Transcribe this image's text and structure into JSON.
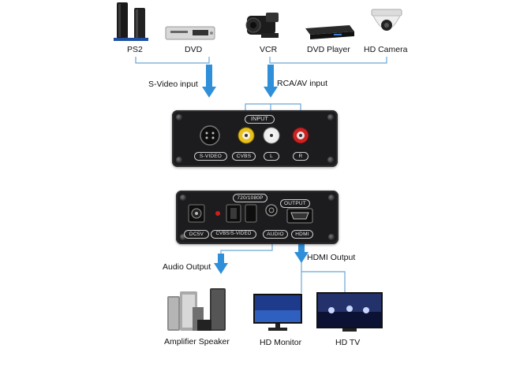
{
  "sources": {
    "ps2": "PS2",
    "dvd": "DVD",
    "vcr": "VCR",
    "dvd_player": "DVD Player",
    "hd_camera": "HD Camera"
  },
  "arrows": {
    "svideo_input": "S-Video input",
    "rca_av_input": "RCA/AV input",
    "audio_output": "Audio Output",
    "hdmi_output": "HDMI Output"
  },
  "front_panel": {
    "input_label": "INPUT",
    "svideo": "S-VIDEO",
    "cvbs": "CVBS",
    "l": "L",
    "r": "R"
  },
  "back_panel": {
    "resolution": "720/1080P",
    "output_label": "OUTPUT",
    "dc5v": "DC5V",
    "switch": "CVBS/S-VIDEO",
    "audio": "AUDIO",
    "hdmi": "HDMI"
  },
  "outputs": {
    "amplifier": "Amplifier Speaker",
    "monitor": "HD Monitor",
    "tv": "HD TV"
  },
  "colors": {
    "arrow": "#2f8fd8",
    "panel": "#1c1c1e",
    "rca_yellow": "#e8c21a",
    "rca_white": "#eeeeee",
    "rca_red": "#cc2222"
  }
}
